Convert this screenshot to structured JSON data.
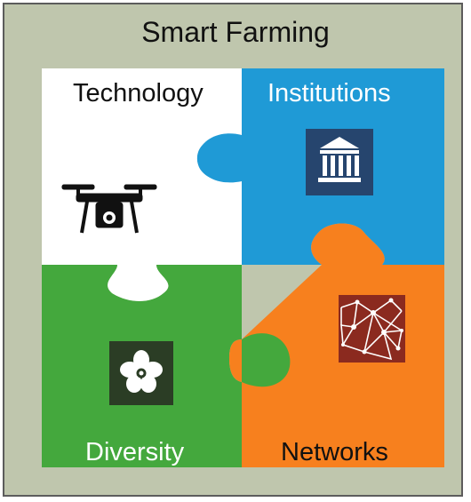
{
  "title": "Smart Farming",
  "pieces": {
    "technology": {
      "label": "Technology",
      "color": "#ffffff",
      "text_color": "#111111",
      "icon": "drone-icon"
    },
    "institutions": {
      "label": "Institutions",
      "color": "#1f9ad6",
      "text_color": "#ffffff",
      "icon": "institution-building-icon"
    },
    "diversity": {
      "label": "Diversity",
      "color": "#44a83d",
      "text_color": "#ffffff",
      "icon": "flower-icon"
    },
    "networks": {
      "label": "Networks",
      "color": "#f7801e",
      "text_color": "#111111",
      "icon": "network-icon"
    }
  },
  "colors": {
    "background": "#bfc6ad",
    "border": "#5c5c5c",
    "icon_dark_blue": "#26456e",
    "icon_dark_green": "#2b3d25",
    "icon_dark_red": "#8b2a1f"
  }
}
